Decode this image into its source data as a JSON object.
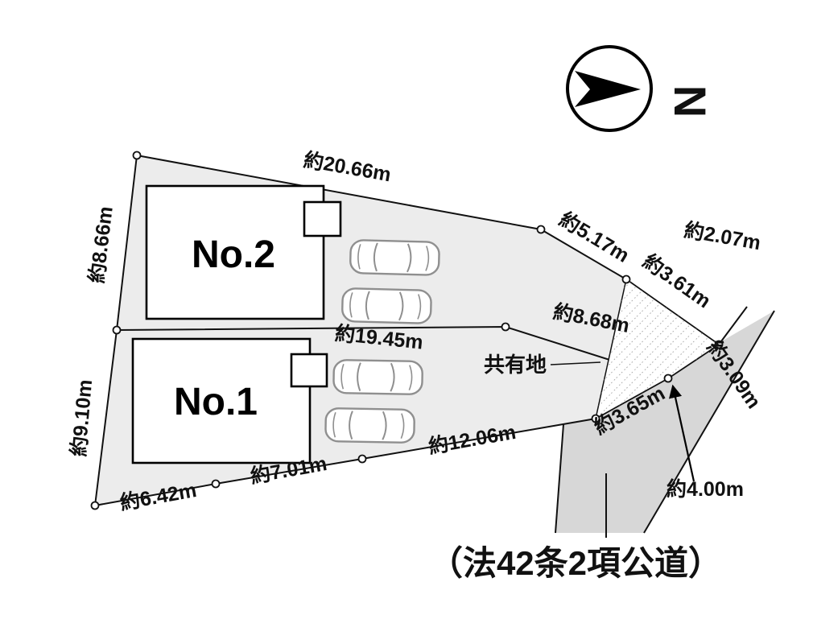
{
  "diagram": {
    "north_label": "N",
    "buildings": [
      {
        "label": "No.2"
      },
      {
        "label": "No.1"
      }
    ],
    "shared_area": {
      "label": "共有地"
    },
    "road": {
      "label": "（法42条2項公道）",
      "width_label": "約4.00m"
    },
    "dimensions": {
      "top_edge": "約20.66m",
      "left_upper_edge": "約8.66m",
      "left_lower_edge": "約9.10m",
      "upper_right_edge_1": "約5.17m",
      "upper_right_edge_2": "約3.61m",
      "right_top_edge": "約2.07m",
      "middle_line_right": "約8.68m",
      "middle_line_left": "約19.45m",
      "shared_right_edge": "約3.09m",
      "shared_bottom_edge": "約3.65m",
      "bottom_edge_1": "約12.06m",
      "bottom_edge_2": "約7.01m",
      "bottom_edge_3": "約6.42m"
    },
    "colors": {
      "lot_fill": "#ececec",
      "road_fill": "#d7d7d7",
      "outline": "#111111",
      "car_stroke": "#8f8f8f",
      "hatch": "#9a9a9a"
    }
  }
}
